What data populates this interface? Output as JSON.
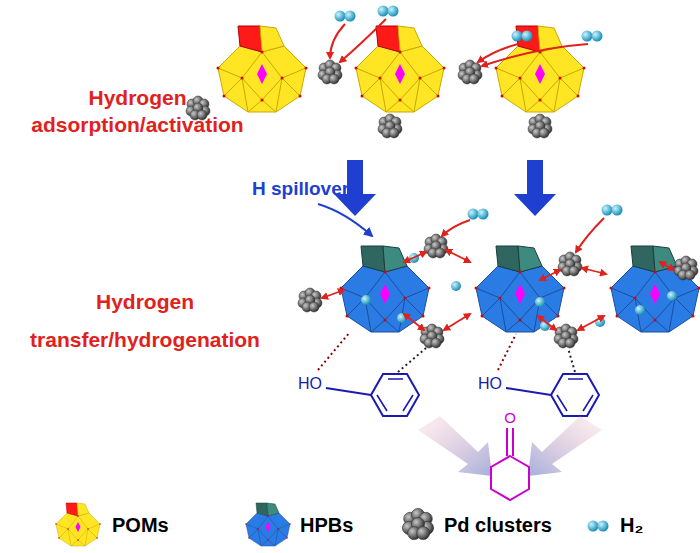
{
  "diagram": {
    "labels": [
      "Hydrogen adsorption/activation",
      "H spillover",
      "Hydrogen transfer/hydrogenation",
      "HO",
      "HO",
      "O"
    ],
    "legend": [
      {
        "text": "POMs"
      },
      {
        "text": "HPBs"
      },
      {
        "text": "Pd clusters"
      },
      {
        "text": "H₂"
      }
    ]
  }
}
